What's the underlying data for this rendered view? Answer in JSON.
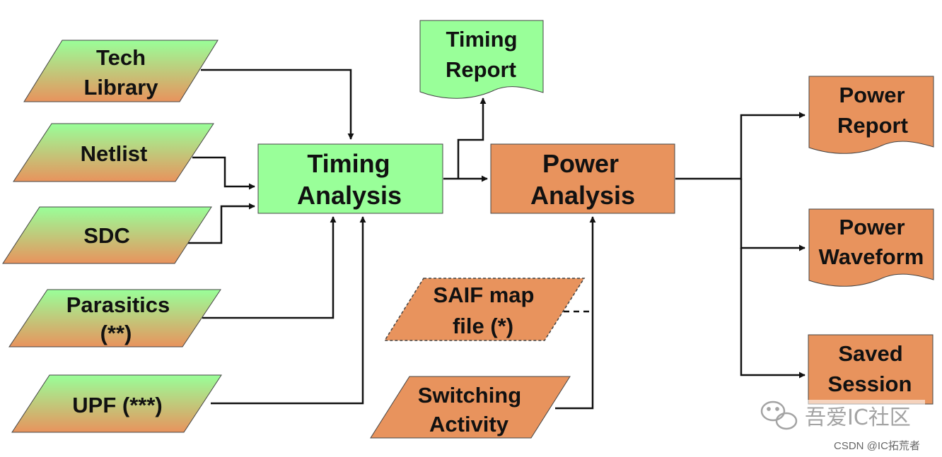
{
  "nodes": {
    "tech_library": {
      "line1": "Tech",
      "line2": "Library"
    },
    "netlist": {
      "label": "Netlist"
    },
    "sdc": {
      "label": "SDC"
    },
    "parasitics": {
      "line1": "Parasitics",
      "line2": "(**)"
    },
    "upf": {
      "label": "UPF (***)"
    },
    "timing_analysis": {
      "line1": "Timing",
      "line2": "Analysis"
    },
    "timing_report": {
      "line1": "Timing",
      "line2": "Report"
    },
    "power_analysis": {
      "line1": "Power",
      "line2": "Analysis"
    },
    "saif_map": {
      "line1": "SAIF map",
      "line2": "file (*)"
    },
    "switching_activity": {
      "line1": "Switching",
      "line2": "Activity"
    },
    "power_report": {
      "line1": "Power",
      "line2": "Report"
    },
    "power_waveform": {
      "line1": "Power",
      "line2": "Waveform"
    },
    "saved_session": {
      "line1": "Saved",
      "line2": "Session"
    }
  },
  "watermark": {
    "main": "吾爱IC社区",
    "credit": "CSDN @IC拓荒者"
  },
  "colors": {
    "green": "#99ff99",
    "orange": "#e8935d",
    "line": "#111111",
    "watermark": "#9a9a9a"
  }
}
